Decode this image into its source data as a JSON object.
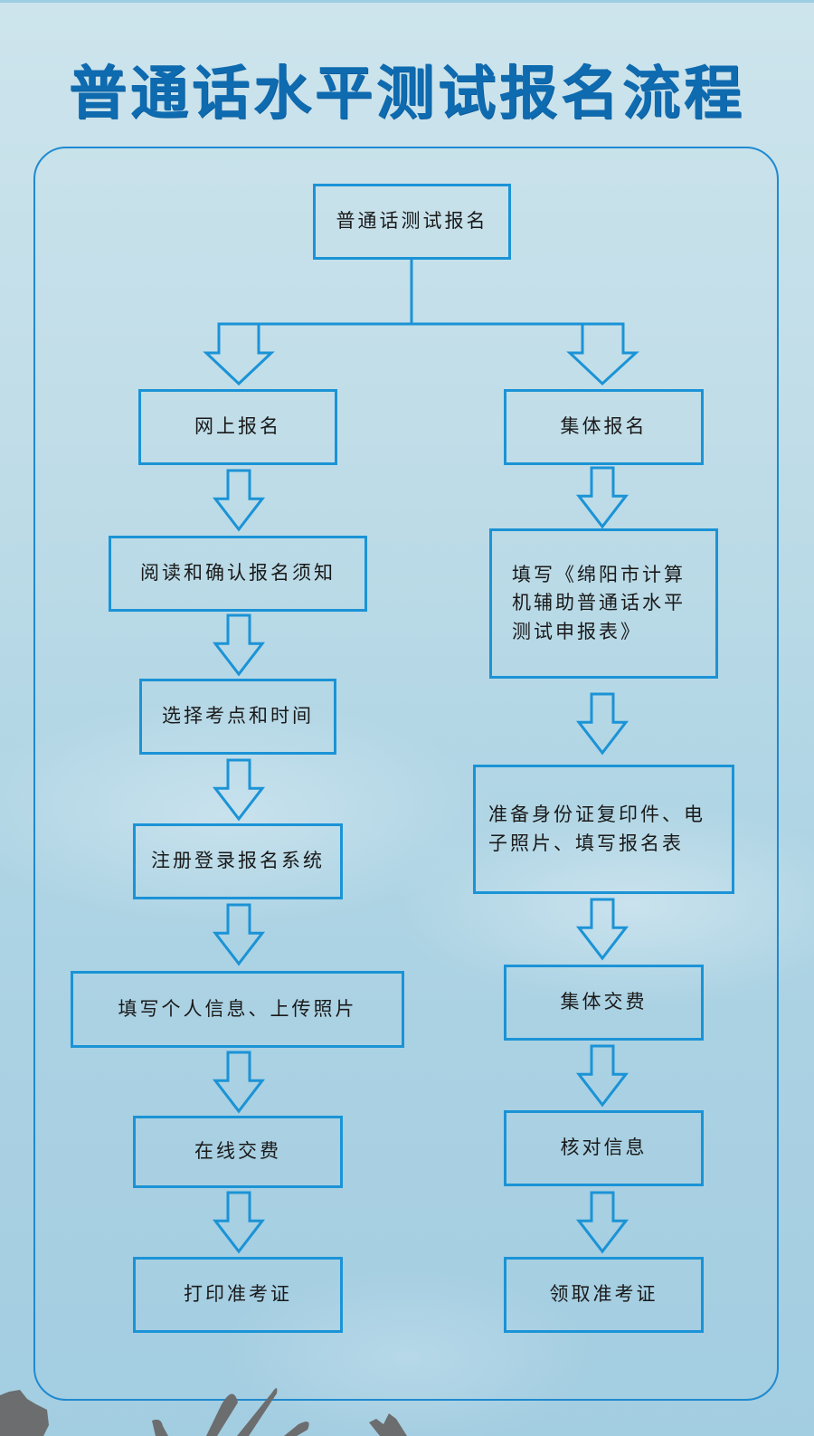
{
  "title": "普通话水平测试报名流程",
  "colors": {
    "title": "#0f6bb0",
    "box_border": "#1b93d6",
    "frame_border": "#1f8ad0",
    "text": "#1a1a1a"
  },
  "flow": {
    "root": {
      "label": "普通话测试报名"
    },
    "left_branch": {
      "steps": [
        {
          "label": "网上报名"
        },
        {
          "label": "阅读和确认报名须知"
        },
        {
          "label": "选择考点和时间"
        },
        {
          "label": "注册登录报名系统"
        },
        {
          "label": "填写个人信息、上传照片"
        },
        {
          "label": "在线交费"
        },
        {
          "label": "打印准考证"
        }
      ]
    },
    "right_branch": {
      "steps": [
        {
          "label": "集体报名"
        },
        {
          "label": "填写《绵阳市计算机辅助普通话水平测试申报表》"
        },
        {
          "label": "准备身份证复印件、电子照片、填写报名表"
        },
        {
          "label": "集体交费"
        },
        {
          "label": "核对信息"
        },
        {
          "label": "领取准考证"
        }
      ]
    }
  }
}
